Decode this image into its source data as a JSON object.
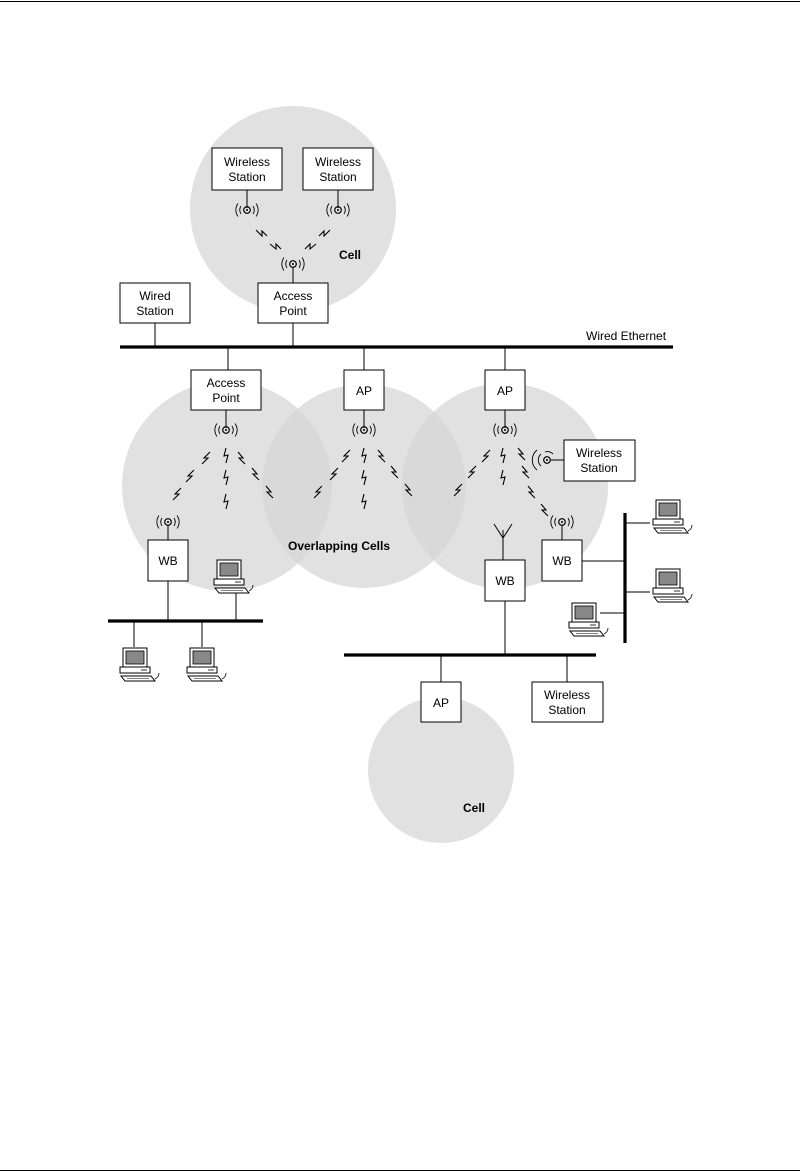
{
  "labels": {
    "wireless_station": [
      "Wireless",
      "Station"
    ],
    "wired_station": [
      "Wired",
      "Station"
    ],
    "access_point": [
      "Access",
      "Point"
    ],
    "ap": "AP",
    "wb": "WB",
    "cell": "Cell",
    "overlapping_cells": "Overlapping Cells",
    "wired_ethernet": "Wired Ethernet"
  },
  "colors": {
    "cell_fill": "#d6d6d6",
    "line": "#000000",
    "background": "#ffffff"
  },
  "icons": [
    "antenna-icon",
    "dipole-antenna-icon",
    "lightning-link-icon",
    "desktop-computer-icon"
  ]
}
